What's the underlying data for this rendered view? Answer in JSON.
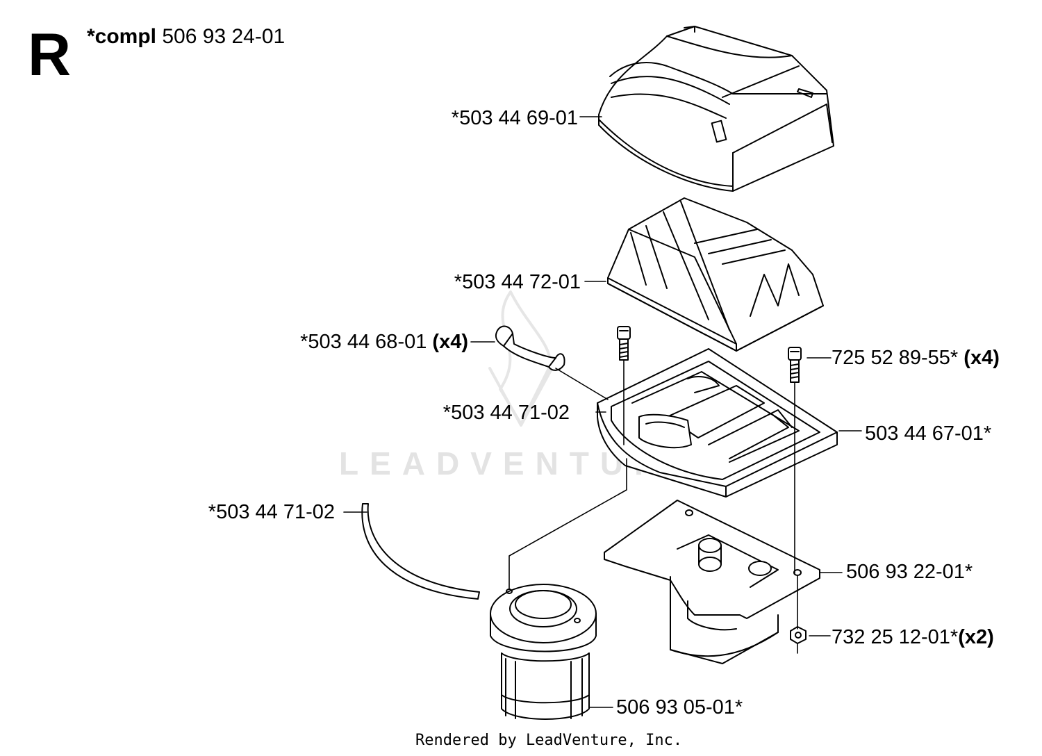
{
  "header": {
    "section_letter": "R",
    "compl_label": "*compl",
    "compl_number": "506 93 24-01"
  },
  "parts": {
    "cover": {
      "number": "*503 44 69-01"
    },
    "filter": {
      "number": "*503 44 72-01"
    },
    "clip": {
      "number": "*503 44 68-01",
      "qty": "(x4)"
    },
    "seal_top": {
      "number": "*503 44 71-02"
    },
    "seal_strip": {
      "number": "*503 44 71-02"
    },
    "screw": {
      "number": "725 52 89-55*",
      "qty": "(x4)"
    },
    "base": {
      "number": "503 44 67-01*"
    },
    "bracket": {
      "number": "506 93 22-01*"
    },
    "nut": {
      "number": "732 25 12-01*",
      "qty": "(x2)"
    },
    "intake": {
      "number": "506 93 05-01*"
    }
  },
  "watermark": "LEADVENTURE",
  "footer": "Rendered by LeadVenture, Inc."
}
